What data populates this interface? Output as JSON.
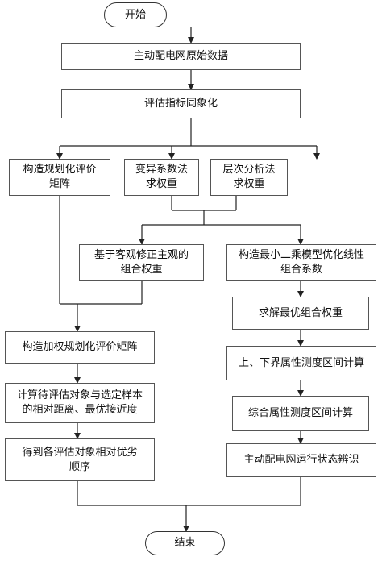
{
  "flowchart": {
    "start": "开始",
    "raw_data": "主动配电网原始数据",
    "normalize": "评估指标同象化",
    "eval_matrix": "构造规划化评价\n矩阵",
    "variation_weight": "变异系数法\n求权重",
    "ahp_weight": "层次分析法\n求权重",
    "combined_weight": "基于客观修正主观的\n组合权重",
    "ls_model": "构造最小二乘模型优化线性\n组合系数",
    "weighted_matrix": "构造加权规划化评价矩阵",
    "distance": "计算待评估对象与选定样本\n的相对距离、最优接近度",
    "ranking": "得到各评估对象相对优劣\n顺序",
    "optimal_weight": "求解最优组合权重",
    "interval_calc": "上、下界属性测度区间计算",
    "comprehensive": "综合属性测度区间计算",
    "state_identify": "主动配电网运行状态辨识",
    "end": "结束"
  }
}
